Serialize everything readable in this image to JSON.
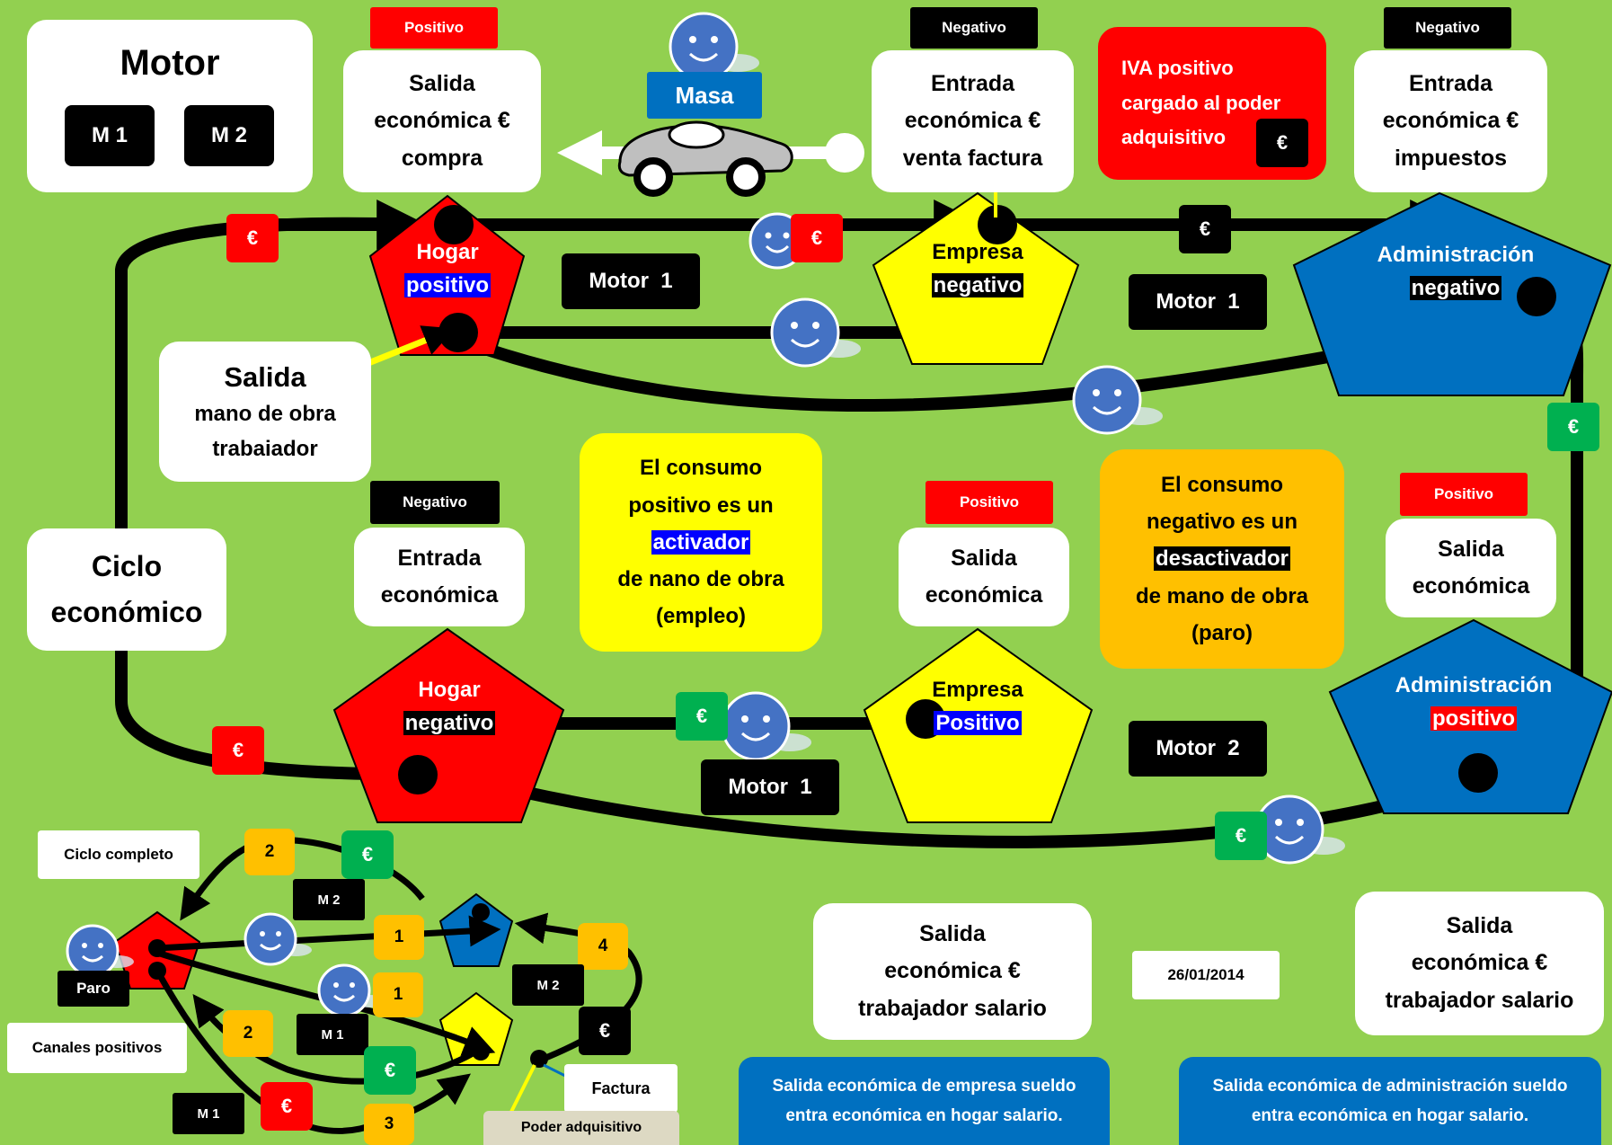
{
  "motor_box": {
    "title": "Motor",
    "m1": "M 1",
    "m2": "M 2"
  },
  "masa": {
    "label": "Masa"
  },
  "tags": {
    "positivo": "Positivo",
    "negativo": "Negativo",
    "euro": "€"
  },
  "cards": {
    "salida_compra": [
      "Salida",
      "económica €",
      "compra"
    ],
    "entrada_venta": [
      "Entrada",
      "económica €",
      "venta factura"
    ],
    "entrada_impuestos": [
      "Entrada",
      "económica €",
      "impuestos"
    ],
    "iva": [
      "IVA positivo",
      "cargado al poder",
      "adquisitivo"
    ],
    "salida_mano_obra": [
      "Salida",
      "mano de obra",
      "trabaiador"
    ],
    "ciclo": [
      "Ciclo",
      "económico"
    ],
    "entrada_economica": [
      "Entrada",
      "económica"
    ],
    "salida_economica_empresa": [
      "Salida",
      "económica"
    ],
    "salida_economica_admin": [
      "Salida",
      "económica"
    ],
    "salida_trabajador_1": [
      "Salida",
      "económica €",
      "trabajador salario"
    ],
    "salida_trabajador_2": [
      "Salida",
      "económica €",
      "trabajador salario"
    ],
    "date": "26/01/2014"
  },
  "consumo_positivo": {
    "l1": "El consumo",
    "l2": "positivo es un",
    "l3": "activador",
    "l4": "de nano de obra",
    "l5": "(empleo)"
  },
  "consumo_negativo": {
    "l1": "El consumo",
    "l2": "negativo es un",
    "l3": "desactivador",
    "l4": "de mano de obra",
    "l5": "(paro)"
  },
  "nodes": {
    "hogar_pos": {
      "name": "Hogar",
      "state": "positivo"
    },
    "empresa_neg": {
      "name": "Empresa",
      "state": "negativo"
    },
    "admin_neg": {
      "name": "Administración",
      "state": "negativo"
    },
    "hogar_neg": {
      "name": "Hogar",
      "state": "negativo"
    },
    "empresa_pos": {
      "name": "Empresa",
      "state": "Positivo"
    },
    "admin_pos": {
      "name": "Administración",
      "state": "positivo"
    }
  },
  "motor_labels": {
    "m1a": "Motor  1",
    "m1b": "Motor  1",
    "m1c": "Motor  1",
    "m2": "Motor  2"
  },
  "blue_notes": {
    "empresa": [
      "Salida económica de empresa sueldo",
      "entra económica en hogar salario."
    ],
    "admin": [
      "Salida económica de administración sueldo",
      "entra económica en hogar salario."
    ]
  },
  "mini": {
    "ciclo_completo": "Ciclo completo",
    "canales_positivos": "Canales positivos",
    "paro": "Paro",
    "factura": "Factura",
    "poder_adquisitivo": "Poder adquisitivo",
    "m1": "M 1",
    "m2": "M 2",
    "n1": "1",
    "n2": "2",
    "n3": "3",
    "n4": "4"
  },
  "colors": {
    "background": "#92d050",
    "red": "#ff0000",
    "yellow": "#ffff00",
    "blue": "#0070c0",
    "green": "#00b050",
    "orange": "#ffc000"
  }
}
